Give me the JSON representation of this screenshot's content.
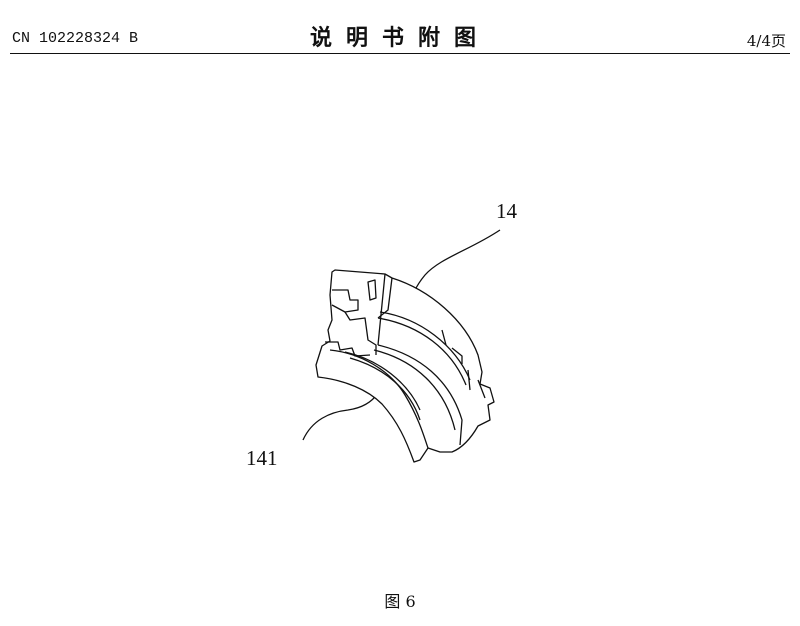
{
  "header": {
    "publication_number": "CN 102228324 B",
    "title": "说明书附图",
    "page": "4/4页"
  },
  "figure": {
    "labels": [
      "14",
      "141"
    ],
    "caption": "图 6"
  }
}
